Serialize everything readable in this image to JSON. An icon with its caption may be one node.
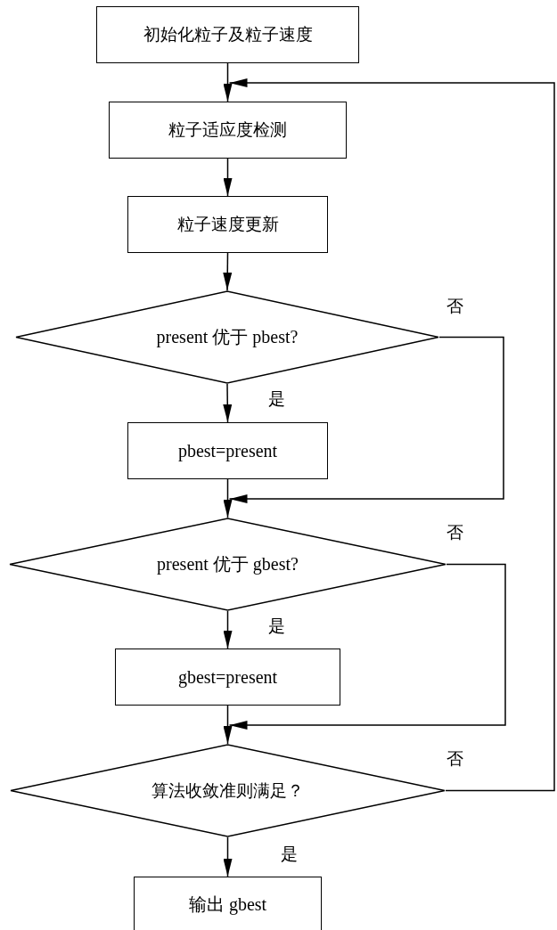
{
  "diagram": {
    "nodes": [
      {
        "text": [
          "初始化粒子及粒子速度"
        ]
      },
      {
        "text": [
          "粒子适应度检测"
        ]
      },
      {
        "text": [
          "粒子速度更新"
        ]
      },
      {
        "text": [
          "present 优于 pbest?"
        ]
      },
      {
        "text": [
          "pbest=present"
        ]
      },
      {
        "text": [
          "present 优于 gbest?"
        ]
      },
      {
        "text": [
          "gbest=present"
        ]
      },
      {
        "text": [
          "算法收敛准则满足？"
        ]
      },
      {
        "text": [
          "输出 gbest"
        ]
      }
    ],
    "edges": [
      {
        "from": 0,
        "to": 1,
        "arrow": "to"
      },
      {
        "from": 1,
        "to": 2,
        "arrow": "to"
      },
      {
        "from": 2,
        "to": 3,
        "arrow": "to"
      },
      {
        "from": 3,
        "to": 4,
        "arrow": "to",
        "label": "是"
      },
      {
        "from": 3,
        "to": 5,
        "arrow": "to",
        "label": "否"
      },
      {
        "from": 4,
        "to": 5,
        "arrow": "to"
      },
      {
        "from": 5,
        "to": 6,
        "arrow": "to",
        "label": "是"
      },
      {
        "from": 5,
        "to": 7,
        "arrow": "to",
        "label": "否"
      },
      {
        "from": 6,
        "to": 7,
        "arrow": "to"
      },
      {
        "from": 7,
        "to": 8,
        "arrow": "to",
        "label": "是"
      },
      {
        "from": 7,
        "to": 1,
        "arrow": "to",
        "label": "否"
      }
    ]
  }
}
